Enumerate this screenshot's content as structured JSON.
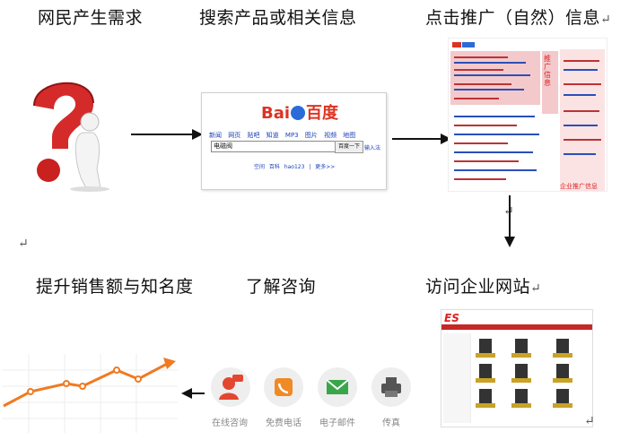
{
  "steps": {
    "s1": "网民产生需求",
    "s2": "搜索产品或相关信息",
    "s3": "点击推广（自然）信息",
    "s4": "访问企业网站",
    "s5": "了解咨询",
    "s6": "提升销售额与知名度"
  },
  "baidu": {
    "logo_left": "Bai",
    "logo_right": "百度",
    "nav": "新闻 网页 贴吧 知道 MP3 图片 视频 地图",
    "query": "电磁阀",
    "search_button": "百度一下",
    "input_method": "输入法",
    "footer_links": "空间 百科 hao123 | 更多>>"
  },
  "serp": {
    "side_label": "推广信息",
    "bottom_label": "企业推广信息"
  },
  "site": {
    "logo": "ES"
  },
  "contact": {
    "items": [
      {
        "label": "在线咨询",
        "icon": "chat-person-icon",
        "color": "#e3472f"
      },
      {
        "label": "免费电话",
        "icon": "phone-icon",
        "color": "#f08a24"
      },
      {
        "label": "电子邮件",
        "icon": "mail-icon",
        "color": "#3aa64a"
      },
      {
        "label": "传真",
        "icon": "printer-icon",
        "color": "#555555"
      }
    ]
  },
  "colors": {
    "brand_red": "#d32f2f",
    "growth_line": "#f07a22"
  },
  "marks": {
    "return": "↵"
  }
}
